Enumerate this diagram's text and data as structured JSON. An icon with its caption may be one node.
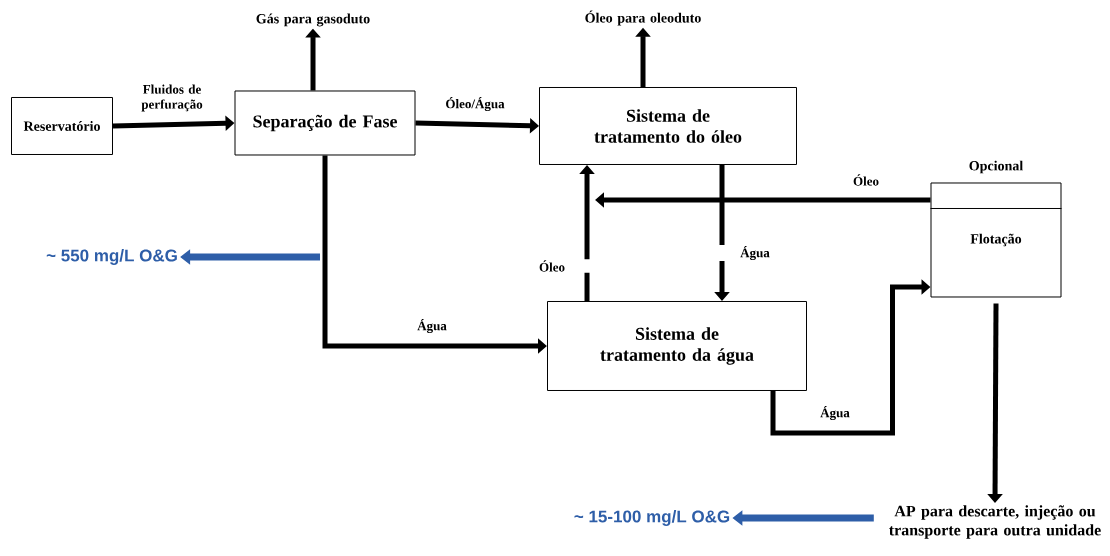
{
  "diagram": {
    "nodes": [
      {
        "text": [
          "Reservatório"
        ]
      },
      {
        "text": [
          "Separação de Fase"
        ]
      },
      {
        "text": [
          "Sistema de tratamento do óleo"
        ]
      },
      {
        "text": [
          "Sistema de tratamento da água"
        ]
      },
      {
        "text": [
          "Opcional",
          "Flotação"
        ]
      },
      {
        "text": [
          "Gás para gasoduto"
        ]
      },
      {
        "text": [
          "Óleo para oleoduto"
        ]
      },
      {
        "text": [
          "AP para descarte, injeção ou transporte para outra unidade"
        ]
      },
      {
        "text": [
          "~ 550 mg/L O&G"
        ]
      },
      {
        "text": [
          "~ 15-100 mg/L O&G"
        ]
      }
    ],
    "edges": [
      {
        "from": 0,
        "to": 1,
        "arrow": "to",
        "label": "Fluidos de perfuração"
      },
      {
        "from": 1,
        "to": 5,
        "arrow": "to"
      },
      {
        "from": 1,
        "to": 2,
        "arrow": "to",
        "label": "Óleo/Água"
      },
      {
        "from": 2,
        "to": 6,
        "arrow": "to"
      },
      {
        "from": 1,
        "to": 3,
        "arrow": "to",
        "label": "Água"
      },
      {
        "from": 2,
        "to": 3,
        "arrow": "to",
        "label": "Água"
      },
      {
        "from": 3,
        "to": 2,
        "arrow": "to",
        "label": "Óleo"
      },
      {
        "from": 4,
        "to": 2,
        "arrow": "to",
        "label": "Óleo"
      },
      {
        "from": 3,
        "to": 4,
        "arrow": "to",
        "label": "Água"
      },
      {
        "from": 4,
        "to": 7,
        "arrow": "to"
      },
      {
        "from": null,
        "to": 8,
        "arrow": "to",
        "color": "#2e5ea8"
      },
      {
        "from": 7,
        "to": 9,
        "arrow": "to",
        "color": "#2e5ea8"
      }
    ]
  }
}
